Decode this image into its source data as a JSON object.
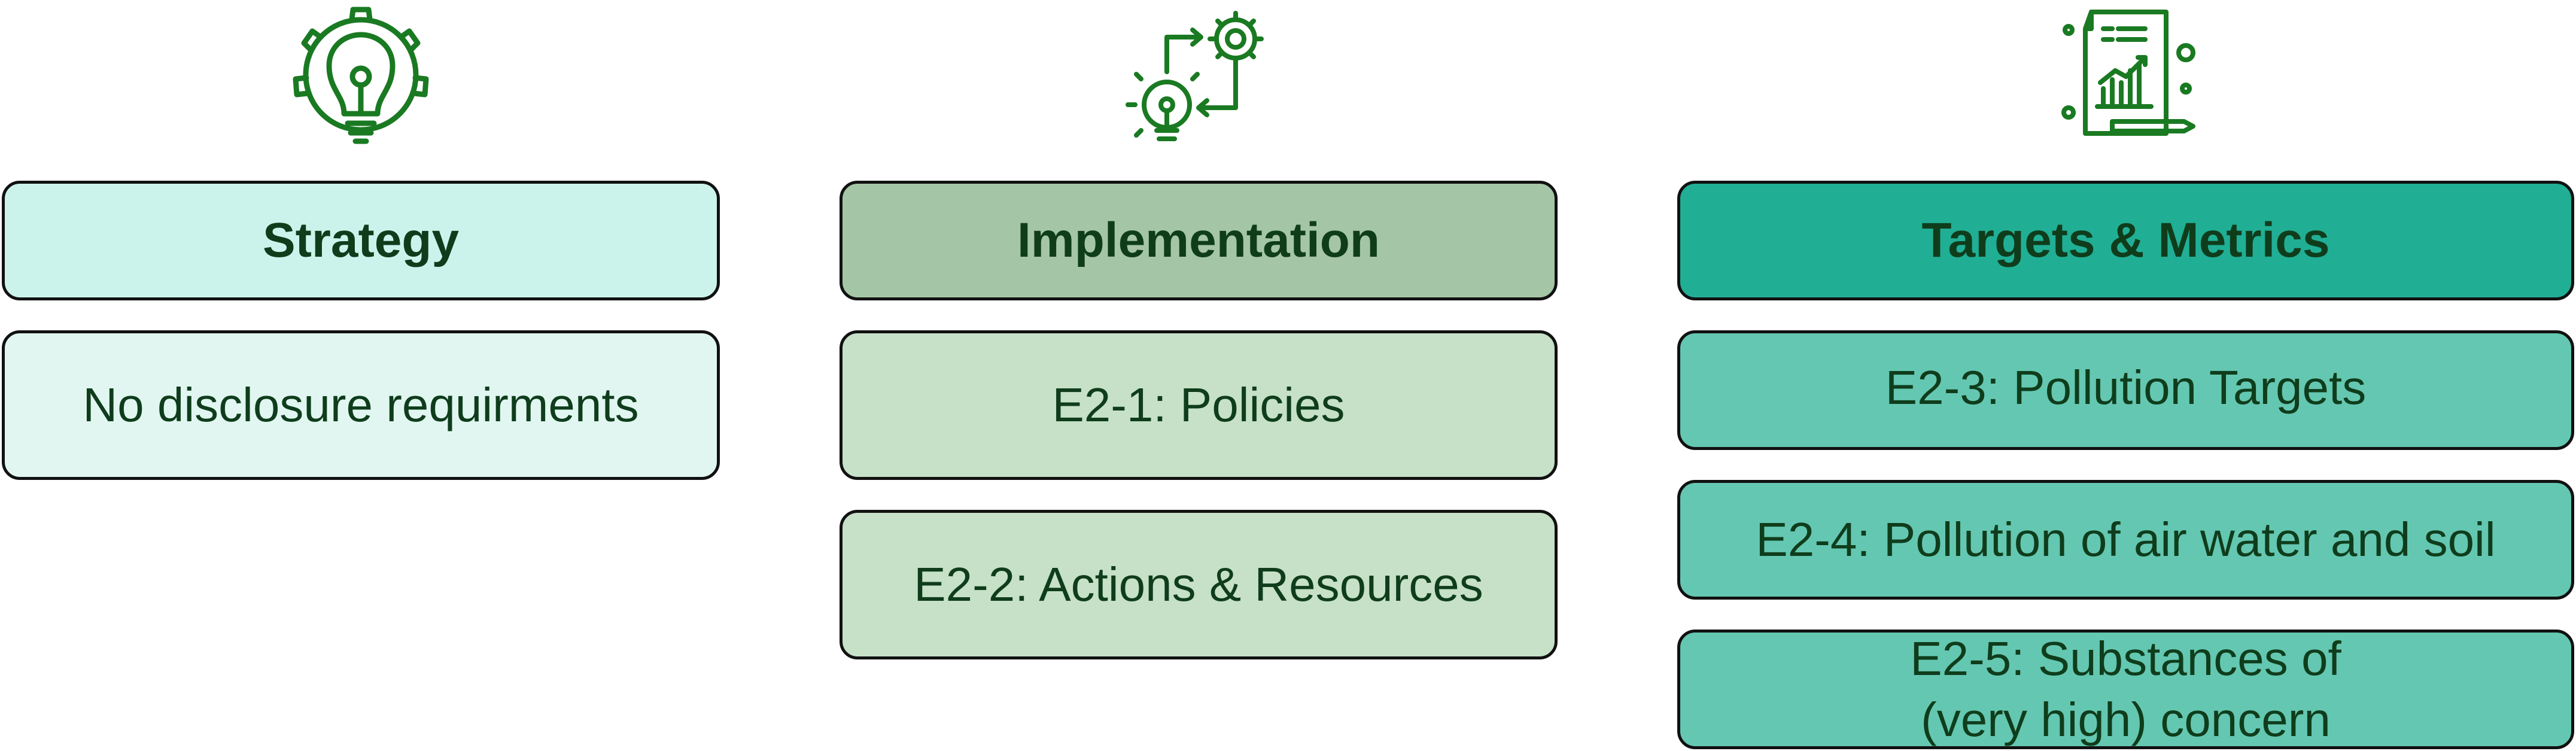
{
  "colors": {
    "icon_green": "#1a7a22",
    "strategy_header_bg": "#ccf3eb",
    "strategy_item_bg": "#e1f6f1",
    "implementation_header_bg": "#a5c6a6",
    "implementation_item_bg": "#c6e1c8",
    "targets_header_bg": "#20af95",
    "targets_item_bg": "#64c7b1",
    "text": "#0f3d1c",
    "border": "#111111"
  },
  "columns": [
    {
      "icon": "lightbulb-gear-icon",
      "header": "Strategy",
      "items": [
        {
          "lines": [
            "No disclosure requirments"
          ]
        }
      ]
    },
    {
      "icon": "idea-process-gears-icon",
      "header": "Implementation",
      "items": [
        {
          "lines": [
            "E2-1: Policies"
          ]
        },
        {
          "lines": [
            "E2-2: Actions & Resources"
          ]
        }
      ]
    },
    {
      "icon": "report-chart-icon",
      "header": "Targets & Metrics",
      "items": [
        {
          "lines": [
            "E2-3: Pollution Targets"
          ]
        },
        {
          "lines": [
            "E2-4: Pollution of air water and soil"
          ]
        },
        {
          "lines": [
            "E2-5: Substances of",
            "(very high) concern"
          ]
        }
      ]
    }
  ]
}
